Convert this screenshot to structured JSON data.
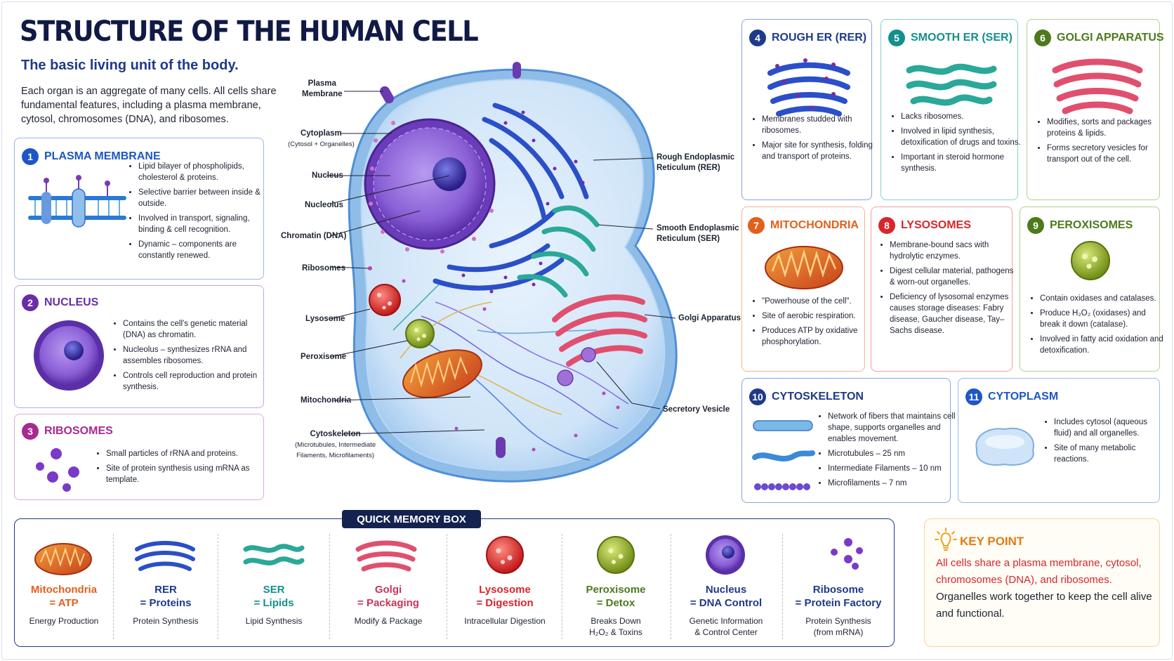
{
  "header": {
    "title": "STRUCTURE OF THE HUMAN CELL",
    "subtitle": "The basic living unit of the body.",
    "intro": "Each organ is an aggregate of many cells. All cells share fundamental features, including a plasma membrane, cytosol, chromosomes (DNA), and ribosomes."
  },
  "cards": [
    {
      "num": "1",
      "title": "PLASMA MEMBRANE",
      "color": "#1e56c6",
      "bullets": [
        "Lipid bilayer of phospholipids, cholesterol & proteins.",
        "Selective barrier between inside & outside.",
        "Involved in transport, signaling, binding & cell recognition.",
        "Dynamic – components are constantly renewed."
      ]
    },
    {
      "num": "2",
      "title": "NUCLEUS",
      "color": "#6a2ca8",
      "bullets": [
        "Contains the cell's genetic material (DNA) as chromatin.",
        "Nucleolus – synthesizes rRNA and assembles ribosomes.",
        "Controls cell reproduction and protein synthesis."
      ]
    },
    {
      "num": "3",
      "title": "RIBOSOMES",
      "color": "#a82a8e",
      "bullets": [
        "Small particles of rRNA and proteins.",
        "Site of protein synthesis using mRNA as template."
      ]
    },
    {
      "num": "4",
      "title": "ROUGH ER (RER)",
      "color": "#1e3a8a",
      "bullets": [
        "Membranes studded with ribosomes.",
        "Major site for synthesis, folding and transport of proteins."
      ]
    },
    {
      "num": "5",
      "title": "SMOOTH ER (SER)",
      "color": "#13908c",
      "bullets": [
        "Lacks ribosomes.",
        "Involved in lipid synthesis, detoxification of drugs and toxins.",
        "Important in steroid hormone synthesis."
      ]
    },
    {
      "num": "6",
      "title": "GOLGI APPARATUS",
      "color": "#4c7a1c",
      "bullets": [
        "Modifies, sorts and packages proteins & lipids.",
        "Forms secretory vesicles for transport out of the cell."
      ]
    },
    {
      "num": "7",
      "title": "MITOCHONDRIA",
      "color": "#e2601c",
      "bullets": [
        "\"Powerhouse of the cell\".",
        "Site of aerobic respiration.",
        "Produces ATP by oxidative phosphorylation."
      ]
    },
    {
      "num": "8",
      "title": "LYSOSOMES",
      "color": "#d7262c",
      "bullets": [
        "Membrane-bound sacs with hydrolytic enzymes.",
        "Digest cellular material, pathogens & worn-out organelles.",
        "Deficiency of lysosomal enzymes causes storage diseases: Fabry disease, Gaucher disease, Tay–Sachs disease."
      ]
    },
    {
      "num": "9",
      "title": "PEROXISOMES",
      "color": "#4c7a1c",
      "bullets": [
        "Contain oxidases and catalases.",
        "Produce H₂O₂ (oxidases) and break it down (catalase).",
        "Involved in fatty acid oxidation and detoxification."
      ]
    },
    {
      "num": "10",
      "title": "CYTOSKELETON",
      "color": "#1e3a8a",
      "bullets": [
        "Network of fibers that maintains cell shape, supports organelles and enables movement.",
        "Microtubules – 25 nm",
        "Intermediate Filaments – 10 nm",
        "Microfilaments – 7 nm"
      ]
    },
    {
      "num": "11",
      "title": "CYTOPLASM",
      "color": "#1e56c6",
      "bullets": [
        "Includes cytosol (aqueous fluid) and all organelles.",
        "Site of many metabolic reactions."
      ]
    }
  ],
  "cell_labels": {
    "left": [
      {
        "text": "Plasma",
        "text2": "Membrane"
      },
      {
        "text": "Cytoplasm",
        "text2": "(Cytosol + Organelles)"
      },
      {
        "text": "Nucleus"
      },
      {
        "text": "Nucleolus"
      },
      {
        "text": "Chromatin (DNA)"
      },
      {
        "text": "Ribosomes"
      },
      {
        "text": "Lysosome"
      },
      {
        "text": "Peroxisome"
      },
      {
        "text": "Mitochondria"
      },
      {
        "text": "Cytoskeleton",
        "text2": "(Microtubules, Intermediate",
        "text3": "Filaments, Microfilaments)"
      }
    ],
    "right": [
      {
        "text": "Rough Endoplasmic",
        "text2": "Reticulum (RER)"
      },
      {
        "text": "Smooth Endoplasmic",
        "text2": "Reticulum (SER)"
      },
      {
        "text": "Golgi Apparatus"
      },
      {
        "text": "Secretory Vesicle"
      }
    ]
  },
  "memory_box": {
    "title": "QUICK MEMORY BOX",
    "items": [
      {
        "name": "Mitochondria",
        "eq": "= ATP",
        "sub": "Energy Production",
        "color": "#e2601c"
      },
      {
        "name": "RER",
        "eq": "= Proteins",
        "sub": "Protein Synthesis",
        "color": "#1e3a8a"
      },
      {
        "name": "SER",
        "eq": "= Lipids",
        "sub": "Lipid Synthesis",
        "color": "#13908c"
      },
      {
        "name": "Golgi",
        "eq": "= Packaging",
        "sub": "Modify & Package",
        "color": "#c9365a"
      },
      {
        "name": "Lysosome",
        "eq": "= Digestion",
        "sub": "Intracellular Digestion",
        "color": "#d7262c"
      },
      {
        "name": "Peroxisome",
        "eq": "= Detox",
        "sub": "Breaks Down",
        "sub2": "H₂O₂ & Toxins",
        "color": "#4c7a1c"
      },
      {
        "name": "Nucleus",
        "eq": "= DNA Control",
        "sub": "Genetic Information",
        "sub2": "& Control Center",
        "color": "#1e3a8a"
      },
      {
        "name": "Ribosome",
        "eq": "= Protein Factory",
        "sub": "Protein Synthesis",
        "sub2": "(from mRNA)",
        "color": "#1e3a8a"
      }
    ]
  },
  "key_point": {
    "title": "KEY POINT",
    "highlight": "All cells share a plasma membrane, cytosol, chromosomes (DNA), and ribosomes.",
    "text": "Organelles work together to keep the cell alive and functional."
  }
}
